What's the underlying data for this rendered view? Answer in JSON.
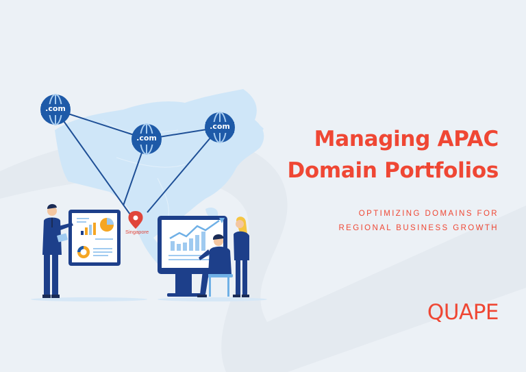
{
  "headline": {
    "line1": "Managing APAC",
    "line2": "Domain Portfolios"
  },
  "subheadline": {
    "line1": "OPTIMIZING DOMAINS FOR",
    "line2": "REGIONAL BUSINESS GROWTH"
  },
  "brand": {
    "logo_text": "QUAPE"
  },
  "illustration": {
    "globe_nodes": [
      {
        "label": ".com",
        "icon": "globe-icon"
      },
      {
        "label": ".com",
        "icon": "globe-icon"
      },
      {
        "label": ".com",
        "icon": "globe-icon"
      }
    ],
    "location_pin": {
      "label": "Singapore",
      "icon": "map-pin-icon"
    }
  },
  "colors": {
    "background": "#ecf1f6",
    "accent": "#ef4734",
    "navy": "#1d3f8a",
    "globe": "#1e5aa8",
    "map": "#cfe6f8",
    "orange": "#f5a623"
  }
}
